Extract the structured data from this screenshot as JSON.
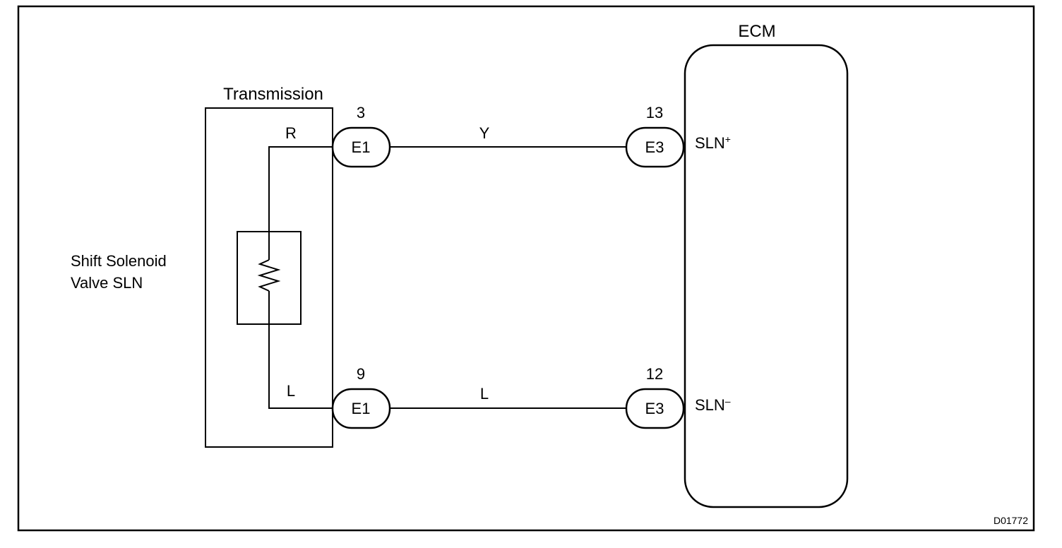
{
  "figure_id": "D01772",
  "ecm": {
    "label": "ECM"
  },
  "transmission": {
    "label": "Transmission"
  },
  "solenoid": {
    "line1": "Shift Solenoid",
    "line2": "Valve SLN"
  },
  "wires": {
    "top": {
      "internal_color": "R",
      "wire_color": "Y",
      "left_connector": "E1",
      "left_pin": "3",
      "right_connector": "E3",
      "right_pin": "13",
      "terminal": "SLN",
      "terminal_sign": "+"
    },
    "bottom": {
      "internal_color": "L",
      "wire_color": "L",
      "left_connector": "E1",
      "left_pin": "9",
      "right_connector": "E3",
      "right_pin": "12",
      "terminal": "SLN",
      "terminal_sign": "–"
    }
  }
}
